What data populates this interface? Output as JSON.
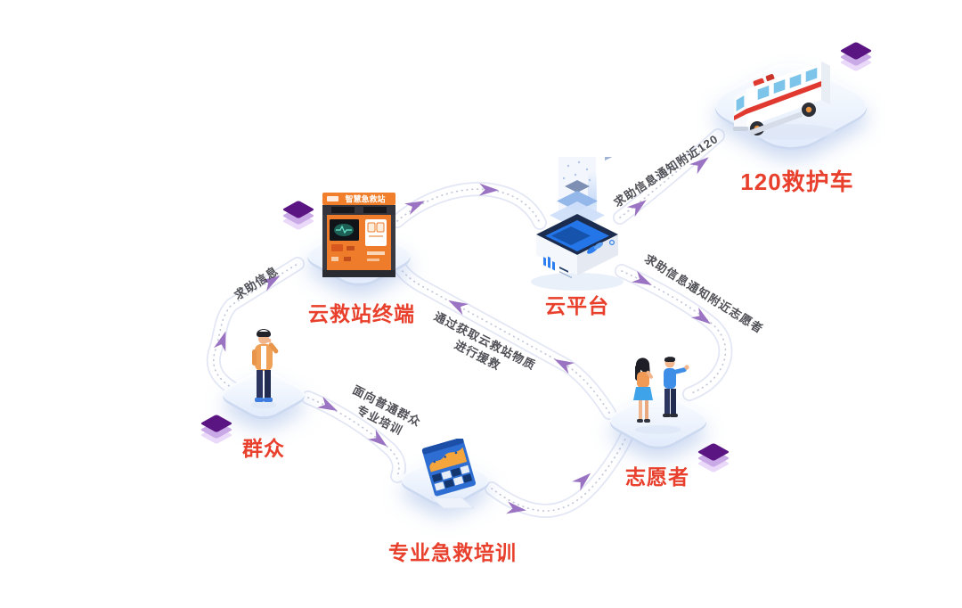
{
  "diagram": {
    "background": "#ffffff",
    "nodes": [
      {
        "id": "smart-aid-station",
        "label": "云救站终端",
        "icon": "first-aid-kiosk-icon",
        "sign": "智慧急救站"
      },
      {
        "id": "cloud-platform",
        "label": "云平台",
        "icon": "cloud-server-icon"
      },
      {
        "id": "ambulance-120",
        "label": "120救护车",
        "icon": "ambulance-icon"
      },
      {
        "id": "public",
        "label": "群众",
        "icon": "person-icon"
      },
      {
        "id": "first-aid-training",
        "label": "专业急救培训",
        "icon": "training-presentation-icon"
      },
      {
        "id": "volunteers",
        "label": "志愿者",
        "icon": "volunteers-icon"
      }
    ],
    "edges": [
      {
        "from": "群众",
        "to": "云救站终端",
        "label": "求助信息"
      },
      {
        "from": "云救站终端",
        "to": "云平台"
      },
      {
        "from": "云平台",
        "to": "120救护车",
        "label": "求助信息通知附近120"
      },
      {
        "from": "云平台",
        "to": "志愿者",
        "label": "求助信息通知附近志愿者"
      },
      {
        "from": "志愿者",
        "to": "云救站终端",
        "label": "通过获取云救站物质进行援救",
        "lines": [
          "通过获取云救站物质",
          "进行援救"
        ]
      },
      {
        "from": "群众",
        "to": "专业急救培训",
        "label": "面向普通群众专业培训",
        "lines": [
          "面向普通群众",
          "专业培训"
        ]
      },
      {
        "from": "专业急救培训",
        "to": "志愿者"
      }
    ],
    "colors": {
      "node_label": "#e8402c",
      "edge_label": "#4f4f56",
      "arrow": "#9a74c2",
      "kiosk_orange": "#ee7c2b",
      "diamond_purple": "#5a1582",
      "platform_blue": "#e7eefb"
    }
  }
}
